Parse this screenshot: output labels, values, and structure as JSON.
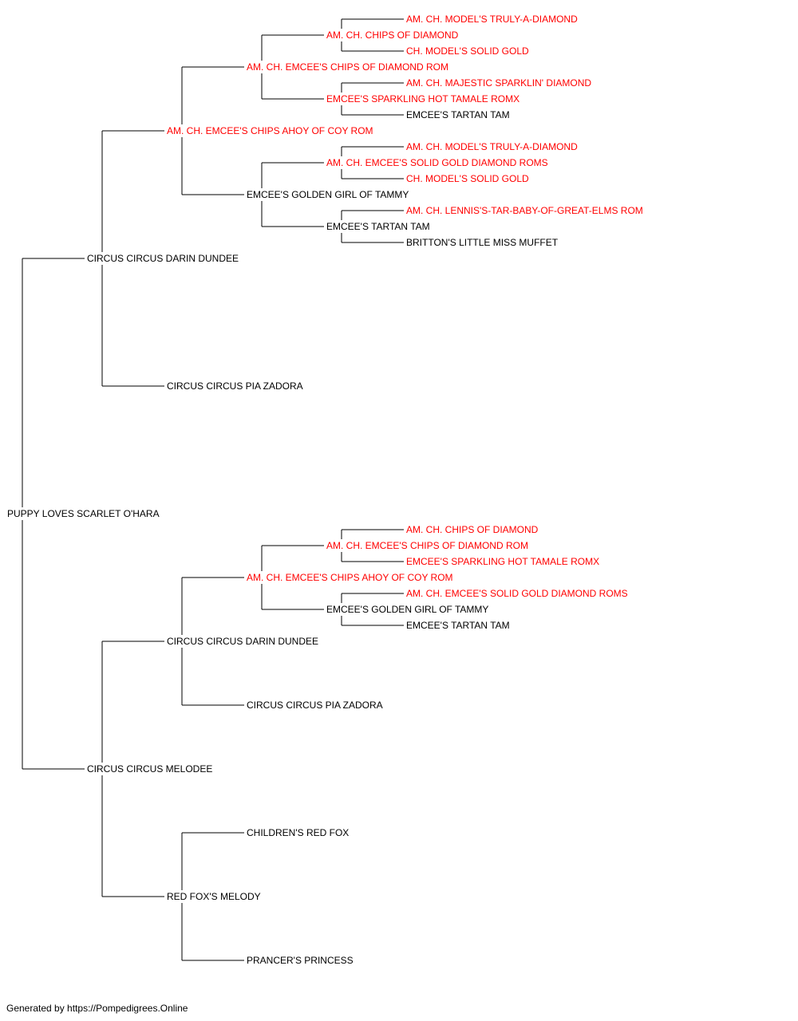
{
  "colors": {
    "champion": "#ff0000",
    "normal": "#000000",
    "line": "#000000"
  },
  "footer": "Generated by https://Pompedigrees.Online",
  "pedigree": {
    "name": "PUPPY LOVES SCARLET O'HARA",
    "champion": false,
    "sire": {
      "name": "CIRCUS CIRCUS DARIN DUNDEE",
      "champion": false,
      "sire": {
        "name": "AM. CH. EMCEE'S CHIPS AHOY OF COY ROM",
        "champion": true,
        "sire": {
          "name": "AM. CH. EMCEE'S CHIPS OF DIAMOND ROM",
          "champion": true,
          "sire": {
            "name": "AM. CH. CHIPS OF DIAMOND",
            "champion": true,
            "sire": {
              "name": "AM. CH. MODEL'S TRULY-A-DIAMOND",
              "champion": true
            },
            "dam": {
              "name": "CH. MODEL'S SOLID GOLD",
              "champion": true
            }
          },
          "dam": {
            "name": "EMCEE'S SPARKLING HOT TAMALE ROMX",
            "champion": true,
            "sire": {
              "name": "AM. CH. MAJESTIC SPARKLIN' DIAMOND",
              "champion": true
            },
            "dam": {
              "name": "EMCEE'S TARTAN TAM",
              "champion": false
            }
          }
        },
        "dam": {
          "name": "EMCEE'S GOLDEN GIRL OF TAMMY",
          "champion": false,
          "sire": {
            "name": "AM. CH. EMCEE'S SOLID GOLD DIAMOND ROMS",
            "champion": true,
            "sire": {
              "name": "AM. CH. MODEL'S TRULY-A-DIAMOND",
              "champion": true
            },
            "dam": {
              "name": "CH. MODEL'S SOLID GOLD",
              "champion": true
            }
          },
          "dam": {
            "name": "EMCEE'S TARTAN TAM",
            "champion": false,
            "sire": {
              "name": "AM. CH. LENNIS'S-TAR-BABY-OF-GREAT-ELMS ROM",
              "champion": true
            },
            "dam": {
              "name": "BRITTON'S LITTLE MISS MUFFET",
              "champion": false
            }
          }
        }
      },
      "dam": {
        "name": "CIRCUS CIRCUS PIA ZADORA",
        "champion": false
      }
    },
    "dam": {
      "name": "CIRCUS CIRCUS MELODEE",
      "champion": false,
      "sire": {
        "name": "CIRCUS CIRCUS DARIN DUNDEE",
        "champion": false,
        "sire": {
          "name": "AM. CH. EMCEE'S CHIPS AHOY OF COY ROM",
          "champion": true,
          "sire": {
            "name": "AM. CH. EMCEE'S CHIPS OF DIAMOND ROM",
            "champion": true,
            "sire": {
              "name": "AM. CH. CHIPS OF DIAMOND",
              "champion": true
            },
            "dam": {
              "name": "EMCEE'S SPARKLING HOT TAMALE ROMX",
              "champion": true
            }
          },
          "dam": {
            "name": "EMCEE'S GOLDEN GIRL OF TAMMY",
            "champion": false,
            "sire": {
              "name": "AM. CH. EMCEE'S SOLID GOLD DIAMOND ROMS",
              "champion": true
            },
            "dam": {
              "name": "EMCEE'S TARTAN TAM",
              "champion": false
            }
          }
        },
        "dam": {
          "name": "CIRCUS CIRCUS PIA ZADORA",
          "champion": false
        }
      },
      "dam": {
        "name": "RED FOX'S MELODY",
        "champion": false,
        "sire": {
          "name": "CHILDREN'S RED FOX",
          "champion": false
        },
        "dam": {
          "name": "PRANCER'S PRINCESS",
          "champion": false
        }
      }
    }
  }
}
